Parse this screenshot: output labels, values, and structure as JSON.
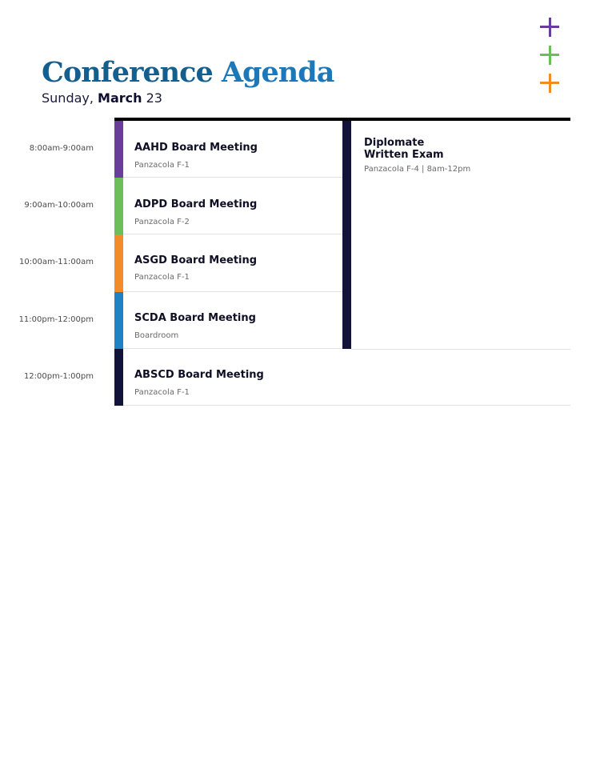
{
  "header": {
    "title_word1": "Conference",
    "title_word2": "Agenda",
    "day": "Sunday,",
    "month": "March",
    "date": "23"
  },
  "colors": {
    "purple": "#6a3d9a",
    "green": "#6abf59",
    "orange": "#f28c28",
    "blue": "#1f82c4",
    "navy": "#12123a",
    "title_blue": "#155f8f"
  },
  "decor": [
    "plus-icon-purple",
    "plus-icon-green",
    "plus-icon-orange"
  ],
  "times": [
    "8:00am-9:00am",
    "9:00am-10:00am",
    "10:00am-11:00am",
    "11:00pm-12:00pm",
    "12:00pm-1:00pm"
  ],
  "events": [
    {
      "title": "AAHD Board Meeting",
      "location": "Panzacola F-1",
      "color": "#6a3d9a"
    },
    {
      "title": "ADPD Board Meeting",
      "location": "Panzacola F-2",
      "color": "#6abf59"
    },
    {
      "title": "ASGD Board Meeting",
      "location": "Panzacola F-1",
      "color": "#f28c28"
    },
    {
      "title": "SCDA Board Meeting",
      "location": "Boardroom",
      "color": "#1f82c4"
    },
    {
      "title": "ABSCD Board Meeting",
      "location": "Panzacola F-1",
      "color": "#12123a"
    }
  ],
  "side_event": {
    "title_line1": "Diplomate",
    "title_line2": "Written Exam",
    "location": "Panzacola F-4 | 8am-12pm"
  }
}
